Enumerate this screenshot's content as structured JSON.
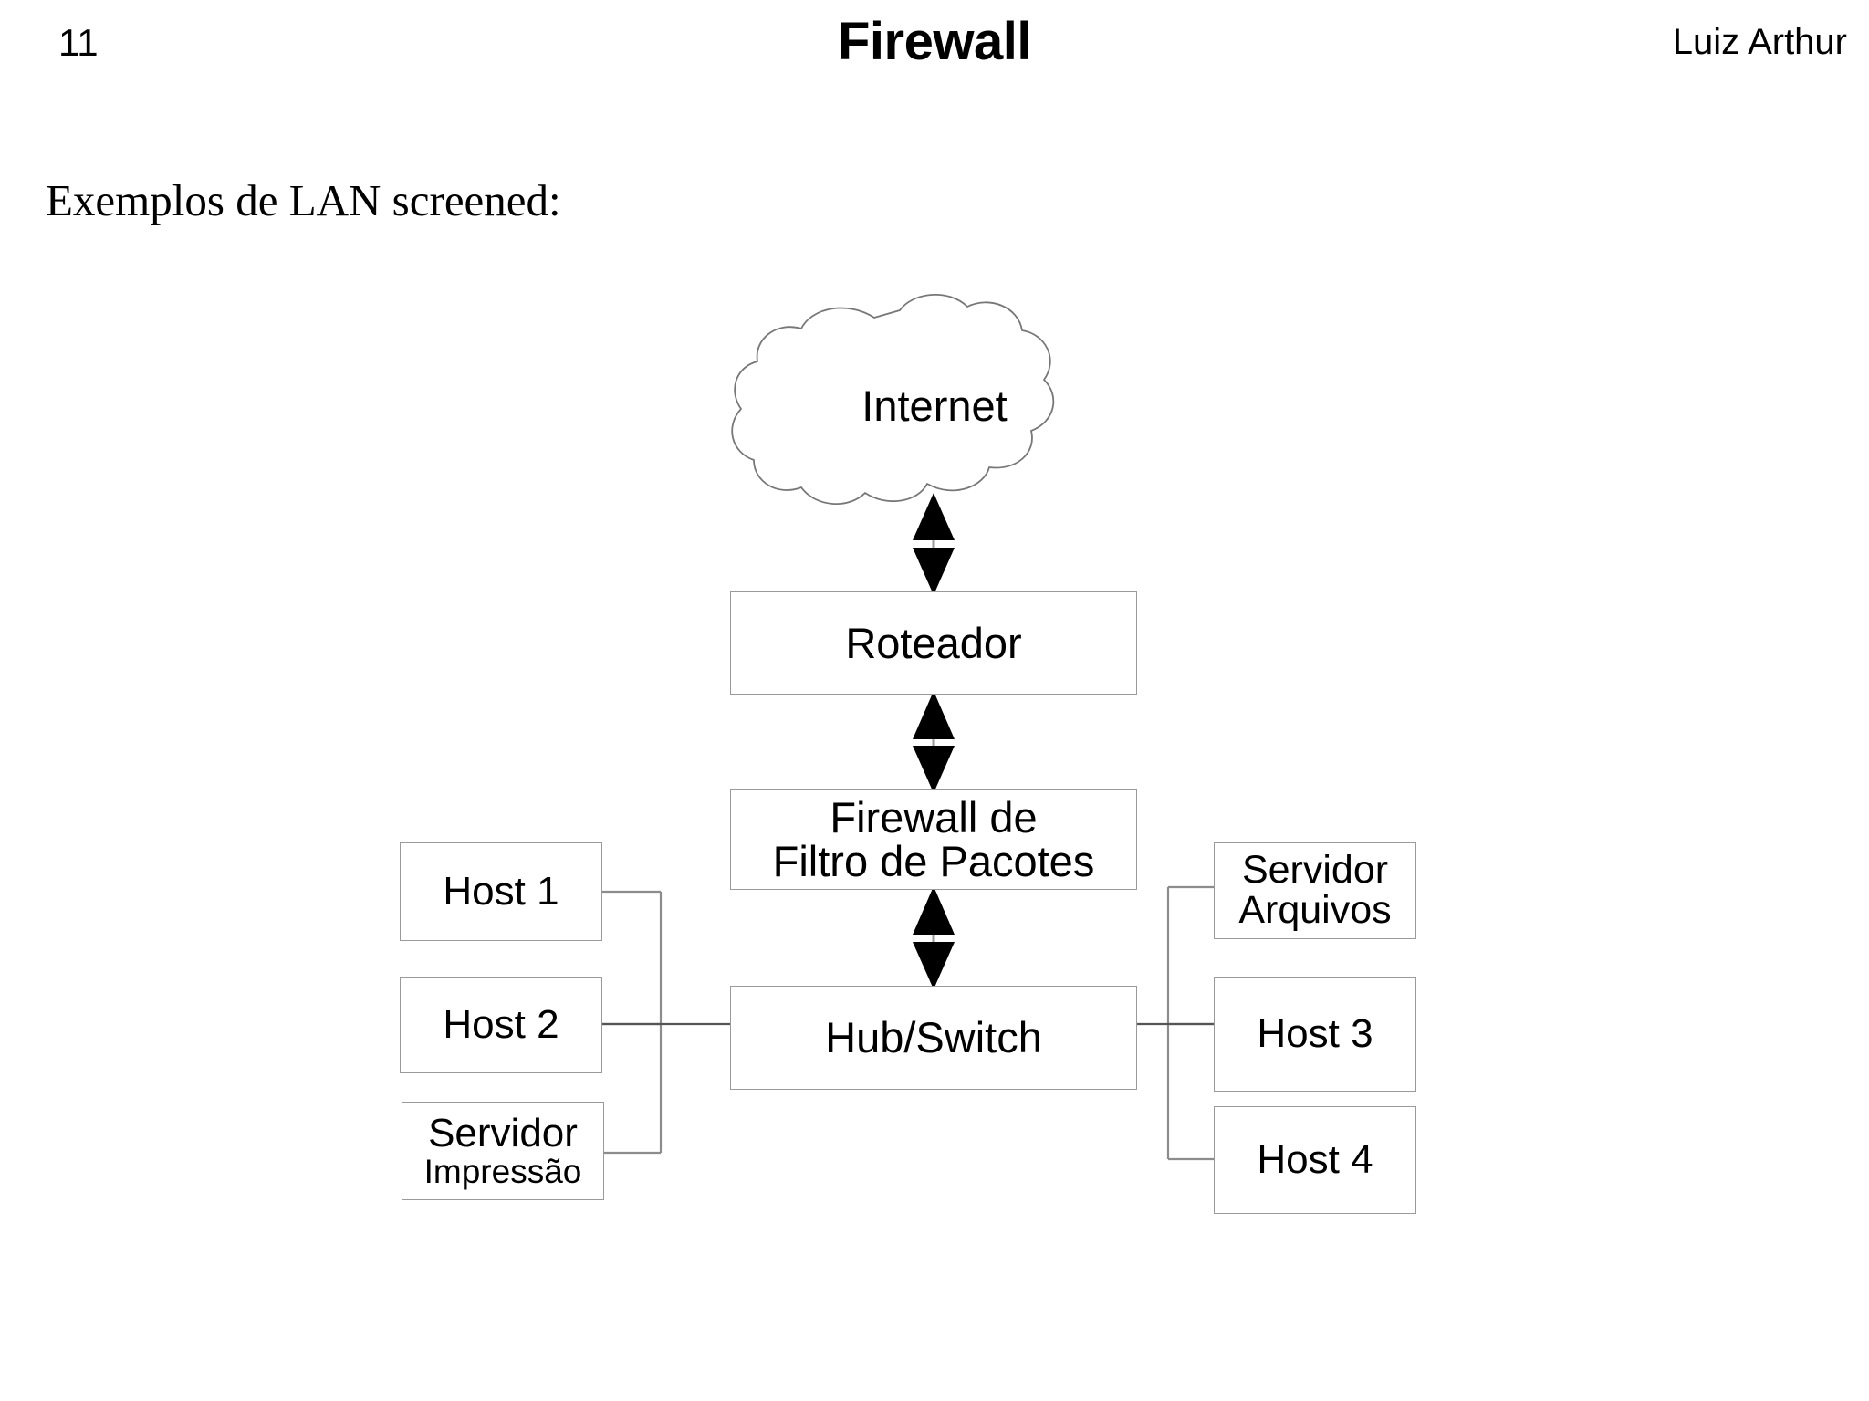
{
  "header": {
    "page_number": "11",
    "title": "Firewall",
    "author": "Luiz Arthur"
  },
  "body": {
    "subtitle": "Exemplos de LAN screened:"
  },
  "diagram": {
    "type": "network-topology",
    "internet": {
      "label": "Internet",
      "shape": "cloud"
    },
    "router": {
      "label": "Roteador"
    },
    "firewall": {
      "label_line1": "Firewall de",
      "label_line2": "Filtro de Pacotes"
    },
    "switch": {
      "label": "Hub/Switch"
    },
    "left_nodes": [
      {
        "label": "Host 1"
      },
      {
        "label": "Host 2"
      },
      {
        "label_line1": "Servidor",
        "label_line2": "Impressão"
      }
    ],
    "right_nodes": [
      {
        "label_line1": "Servidor",
        "label_line2": "Arquivos"
      },
      {
        "label": "Host 3"
      },
      {
        "label": "Host 4"
      }
    ],
    "connections": [
      {
        "from": "Internet",
        "to": "Roteador",
        "style": "double-arrow"
      },
      {
        "from": "Roteador",
        "to": "Firewall de Filtro de Pacotes",
        "style": "double-arrow"
      },
      {
        "from": "Firewall de Filtro de Pacotes",
        "to": "Hub/Switch",
        "style": "double-arrow"
      },
      {
        "from": "Hub/Switch",
        "to": "Host 1 / Host 2 / Servidor Impressão",
        "style": "bracket-line"
      },
      {
        "from": "Hub/Switch",
        "to": "Servidor Arquivos / Host 3 / Host 4",
        "style": "bracket-line"
      }
    ]
  },
  "colors": {
    "background": "#ffffff",
    "text": "#000000",
    "box_border": "#9a9a9a",
    "connector_line": "#808080",
    "arrow_head": "#000000"
  }
}
